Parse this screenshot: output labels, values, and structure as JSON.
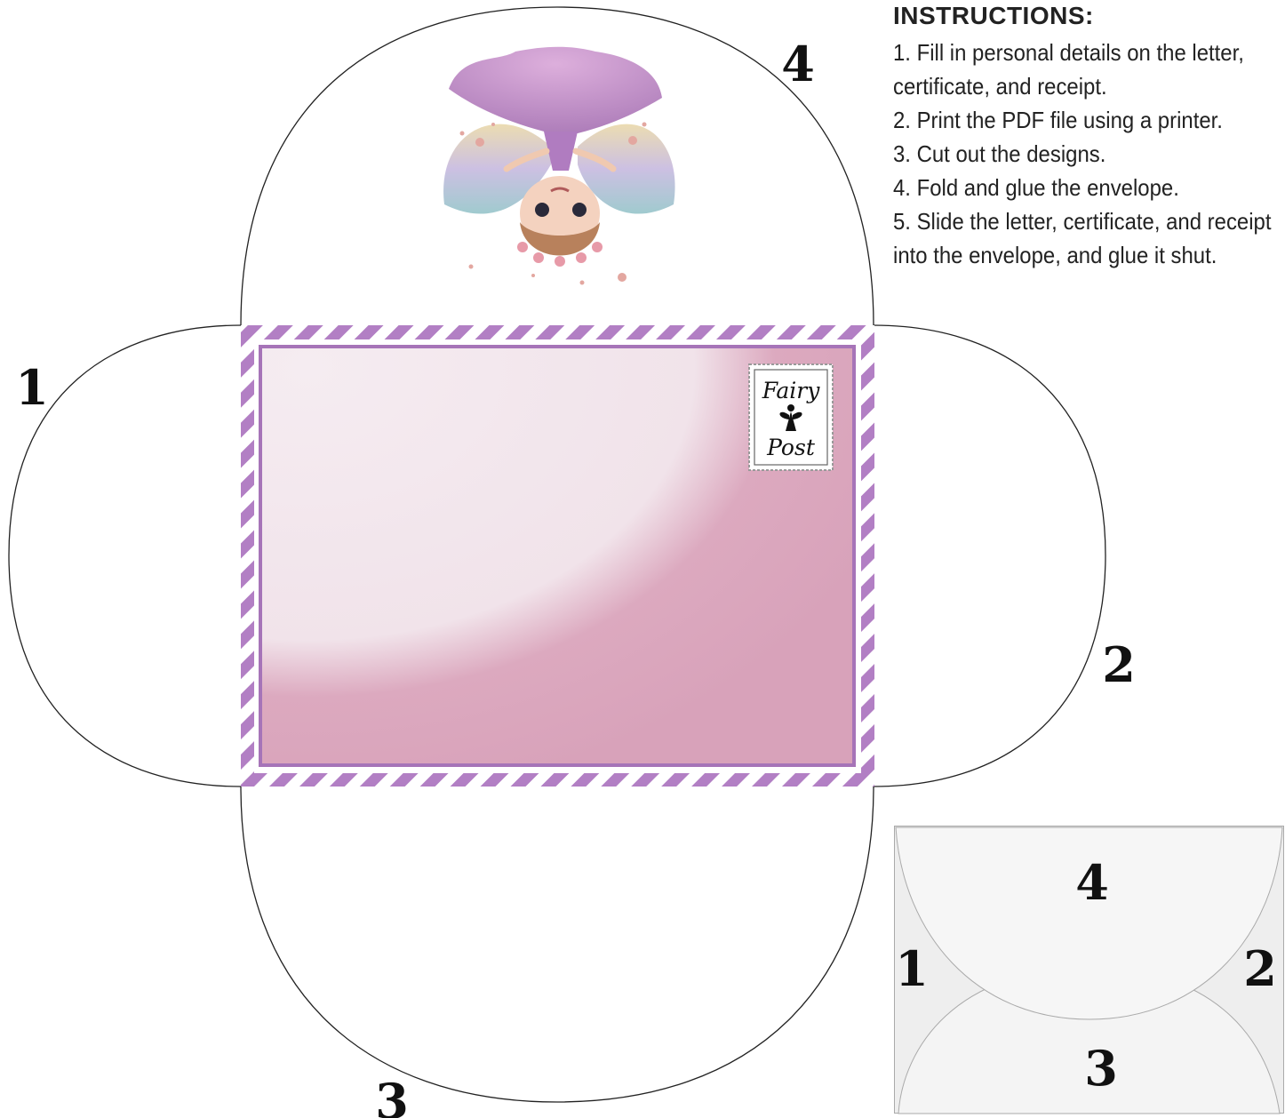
{
  "instructions": {
    "title": "INSTRUCTIONS:",
    "steps": [
      "1. Fill in personal details on the letter, certificate, and receipt.",
      "2. Print the PDF file using a printer.",
      "3. Cut out the designs.",
      "4. Fold and glue the envelope.",
      "5. Slide the letter, certificate, and receipt into the envelope, and glue it shut."
    ]
  },
  "template": {
    "flap_labels": {
      "left": "1",
      "right": "2",
      "bottom": "3",
      "top": "4"
    },
    "stamp": {
      "line1": "Fairy",
      "line2": "Post"
    }
  },
  "preview": {
    "flap_labels": {
      "left": "1",
      "right": "2",
      "bottom": "3",
      "top": "4"
    }
  },
  "colors": {
    "stripe": "#b27fc4",
    "card_light": "#f3e8ee",
    "card_dark": "#d9a3ba",
    "card_border": "#a674b8",
    "preview_bg": "#eeeeee"
  }
}
